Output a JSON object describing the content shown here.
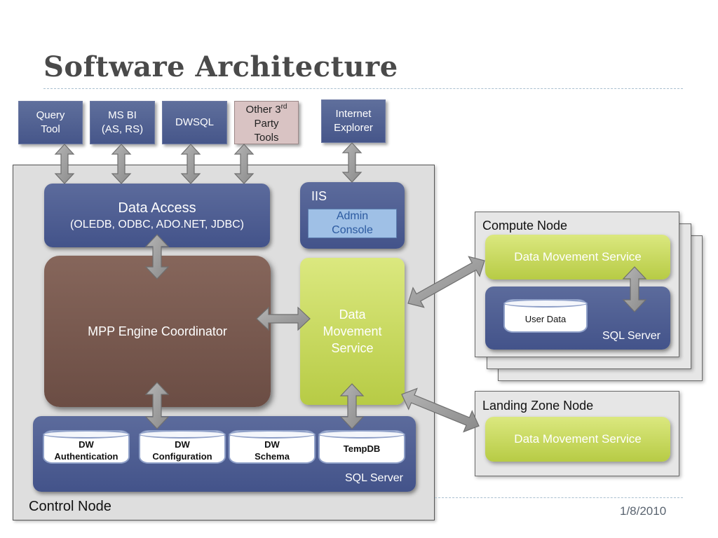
{
  "slide": {
    "title": "Software Architecture",
    "date": "1/8/2010"
  },
  "tools": {
    "query_tool": "Query\nTool",
    "ms_bi": "MS BI\n(AS, RS)",
    "dwsql": "DWSQL",
    "other_3rd": "Other 3",
    "other_3rd_sup": "rd",
    "other_3rd_rest": "Party\nTools",
    "internet_explorer": "Internet\nExplorer"
  },
  "control_node": {
    "label": "Control Node",
    "data_access_title": "Data Access",
    "data_access_sub": "(OLEDB, ODBC, ADO.NET, JDBC)",
    "iis_label": "IIS",
    "admin_console": "Admin\nConsole",
    "mpp_engine": "MPP Engine Coordinator",
    "dms": "Data\nMovement\nService",
    "sql_server": "SQL Server",
    "databases": [
      "DW\nAuthentication",
      "DW\nConfiguration",
      "DW\nSchema",
      "TempDB"
    ]
  },
  "compute_node": {
    "label": "Compute Node",
    "dms": "Data Movement Service",
    "user_data": "User Data",
    "sql_server": "SQL Server"
  },
  "landing_zone": {
    "label": "Landing Zone Node",
    "dms": "Data Movement Service"
  },
  "colors": {
    "blue_box": "#4d5c90",
    "green_box": "#c5d65a",
    "brown_box": "#7a5a50",
    "panel_gray": "#dedede",
    "arrow_gray": "#9a9a9a"
  }
}
